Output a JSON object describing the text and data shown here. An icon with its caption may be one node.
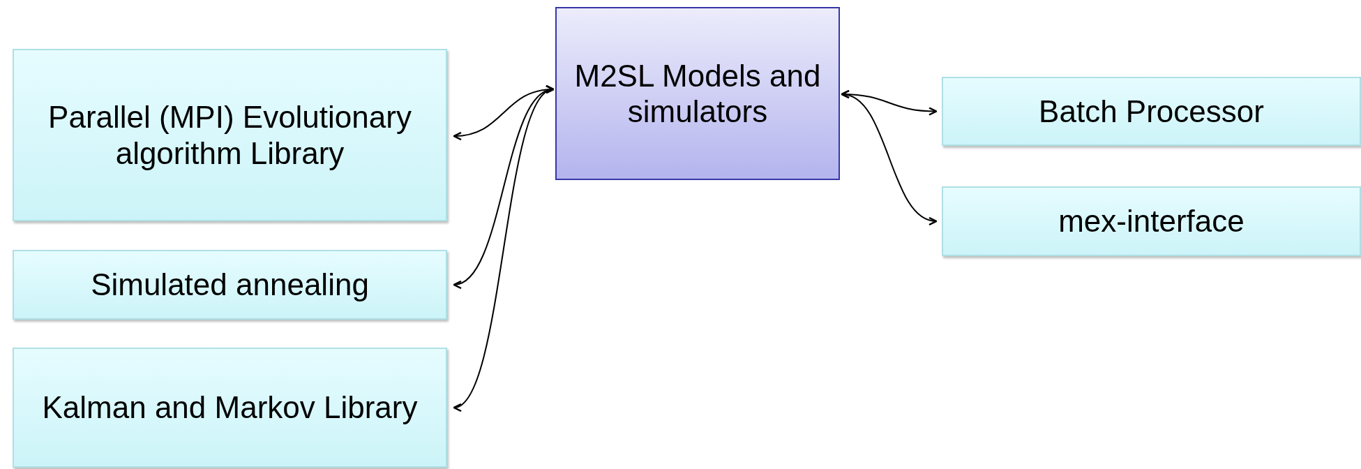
{
  "diagram": {
    "nodes": [
      {
        "text": [
          "Parallel (MPI) Evolutionary algorithm Library"
        ]
      },
      {
        "text": [
          "Simulated annealing"
        ]
      },
      {
        "text": [
          "Kalman and Markov Library"
        ]
      },
      {
        "text": [
          "M2SL Models and simulators"
        ]
      },
      {
        "text": [
          "Batch Processor"
        ]
      },
      {
        "text": [
          "mex-interface"
        ]
      }
    ],
    "edges": [
      {
        "from": 3,
        "to": 0,
        "arrow": "both"
      },
      {
        "from": 3,
        "to": 1,
        "arrow": "both"
      },
      {
        "from": 3,
        "to": 2,
        "arrow": "both"
      },
      {
        "from": 3,
        "to": 4,
        "arrow": "both"
      },
      {
        "from": 3,
        "to": 5,
        "arrow": "both"
      }
    ]
  }
}
